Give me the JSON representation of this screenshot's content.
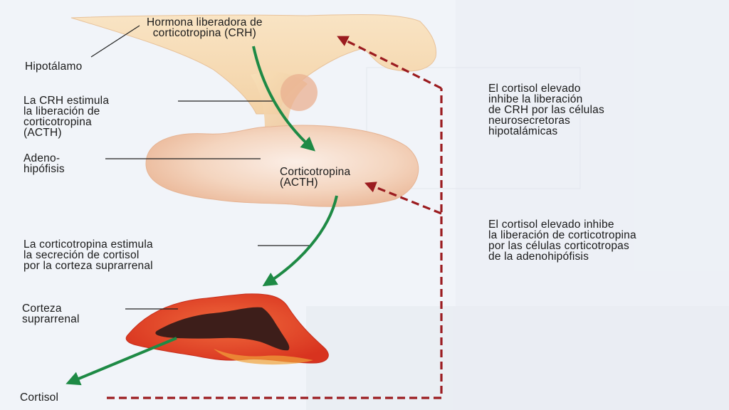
{
  "labels": {
    "crh": "Hormona liberadora de\ncorticotropina (CRH)",
    "hipotalamo": "Hipotálamo",
    "crh_estimula": "La CRH estimula\nla liberación de\ncorticotropina\n(ACTH)",
    "adenohipofisis": "Adeno-\nhipófisis",
    "acth": "Corticotropina\n(ACTH)",
    "acth_estimula": "La corticotropina estimula\nla secreción de cortisol\npor la corteza suprarrenal",
    "corteza": "Corteza\nsuprarrenal",
    "cortisol": "Cortisol",
    "feedback_crh": "El cortisol elevado\ninhibe la liberación\nde CRH por las células\nneurosecretoras\nhipotalámicas",
    "feedback_acth": "El cortisol elevado inhibe\nla liberación de corticotropina\npor las células corticotropas\nde la adenohipófisis"
  },
  "colors": {
    "background": "#f1f4f9",
    "tissue": "#f6dcb8",
    "pituitary": "#f3d2b8",
    "adrenal_outer": "#e0402a",
    "adrenal_inner": "#3d1e1a",
    "stimulation_arrow": "#1e8a45",
    "feedback_line": "#9b1b1f",
    "text": "#1a1a1a"
  }
}
